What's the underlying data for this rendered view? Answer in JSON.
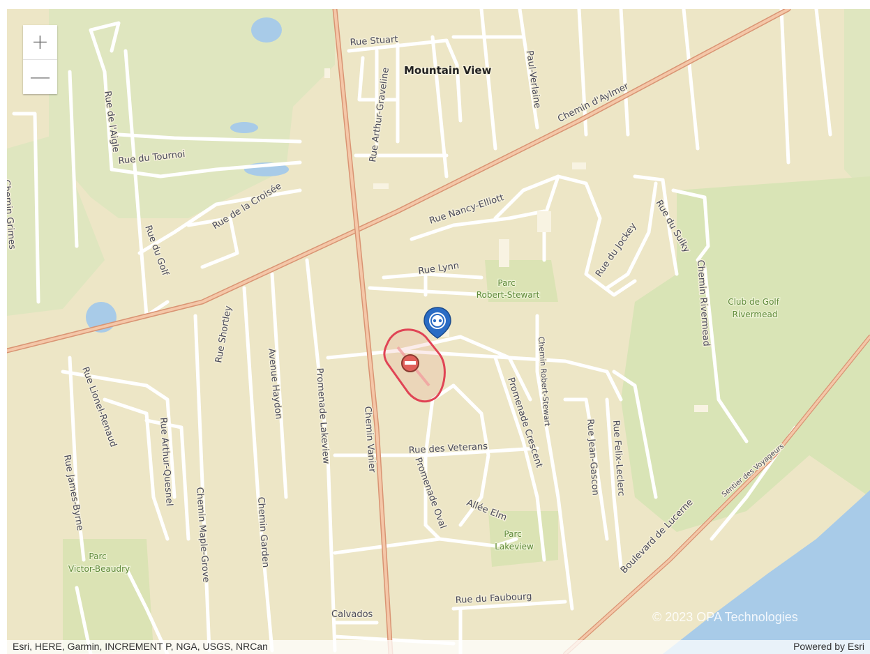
{
  "zoom": {
    "in_label": "+",
    "out_label": "—"
  },
  "place": "Mountain View",
  "roads": {
    "rue_stuart": "Rue Stuart",
    "chemin_daylmer": "Chemin d'Aylmer",
    "rue_de_laigle": "Rue de l'Aigle",
    "rue_du_tournoi": "Rue du Tournoi",
    "rue_arthur_graveline": "Rue Arthur-Graveline",
    "rue_paul_verlaine": "Paul-Verlaine",
    "rue_de_la_croisee": "Rue de la Croisée",
    "rue_nancy_elliott": "Rue Nancy-Elliott",
    "chemin_grimes": "Chemin Grimes",
    "rue_du_golf": "Rue du Golf",
    "rue_lynn": "Rue Lynn",
    "rue_du_jockey": "Rue du Jockey",
    "rue_du_sulky": "Rue du Sulky",
    "chemin_rivermead": "Chemin Rivermead",
    "rue_shortley": "Rue Shortley",
    "avenue_haydon": "Avenue Haydon",
    "promenade_lakeview": "Promenade Lakeview",
    "chemin_vanier": "Chemin Vanier",
    "chemin_robert_stewart": "Chemin Robert-Stewart",
    "promenade_crescent": "Promenade Crescent",
    "rue_des_veterans": "Rue des Veterans",
    "promenade_oval": "Promenade Oval",
    "allee_elm": "Allée Elm",
    "rue_lionel_renaud": "Rue Lionel-Renaud",
    "rue_arthur_quesnel": "Rue Arthur-Quesnel",
    "rue_james_byrne": "Rue James-Byrne",
    "chemin_maple_grove": "Chemin Maple-Grove",
    "chemin_garden": "Chemin Garden",
    "rue_jean_gascon": "Rue Jean-Gascon",
    "rue_felix_leclerc": "Rue Felix-Leclerc",
    "boulevard_de_lucerne": "Boulevard de Lucerne",
    "sentier_des_voyageurs": "Sentier des Voyageurs",
    "rue_du_faubourg": "Rue du Faubourg",
    "calvados": "Calvados"
  },
  "parks": {
    "robert_stewart": [
      "Parc",
      "Robert-Stewart"
    ],
    "club_golf": [
      "Club de Golf",
      "Rivermead"
    ],
    "lakeview": [
      "Parc",
      "Lakeview"
    ],
    "victor_beaudry": [
      "Parc",
      "Victor-Beaudry"
    ]
  },
  "markers": {
    "closure_color": "#e0605a",
    "pin_color": "#2a6cc4"
  },
  "copyright": "© 2023 OPA Technologies",
  "attribution": {
    "sources": "Esri, HERE, Garmin, INCREMENT P, NGA, USGS, NRCan",
    "powered": "Powered by Esri"
  }
}
